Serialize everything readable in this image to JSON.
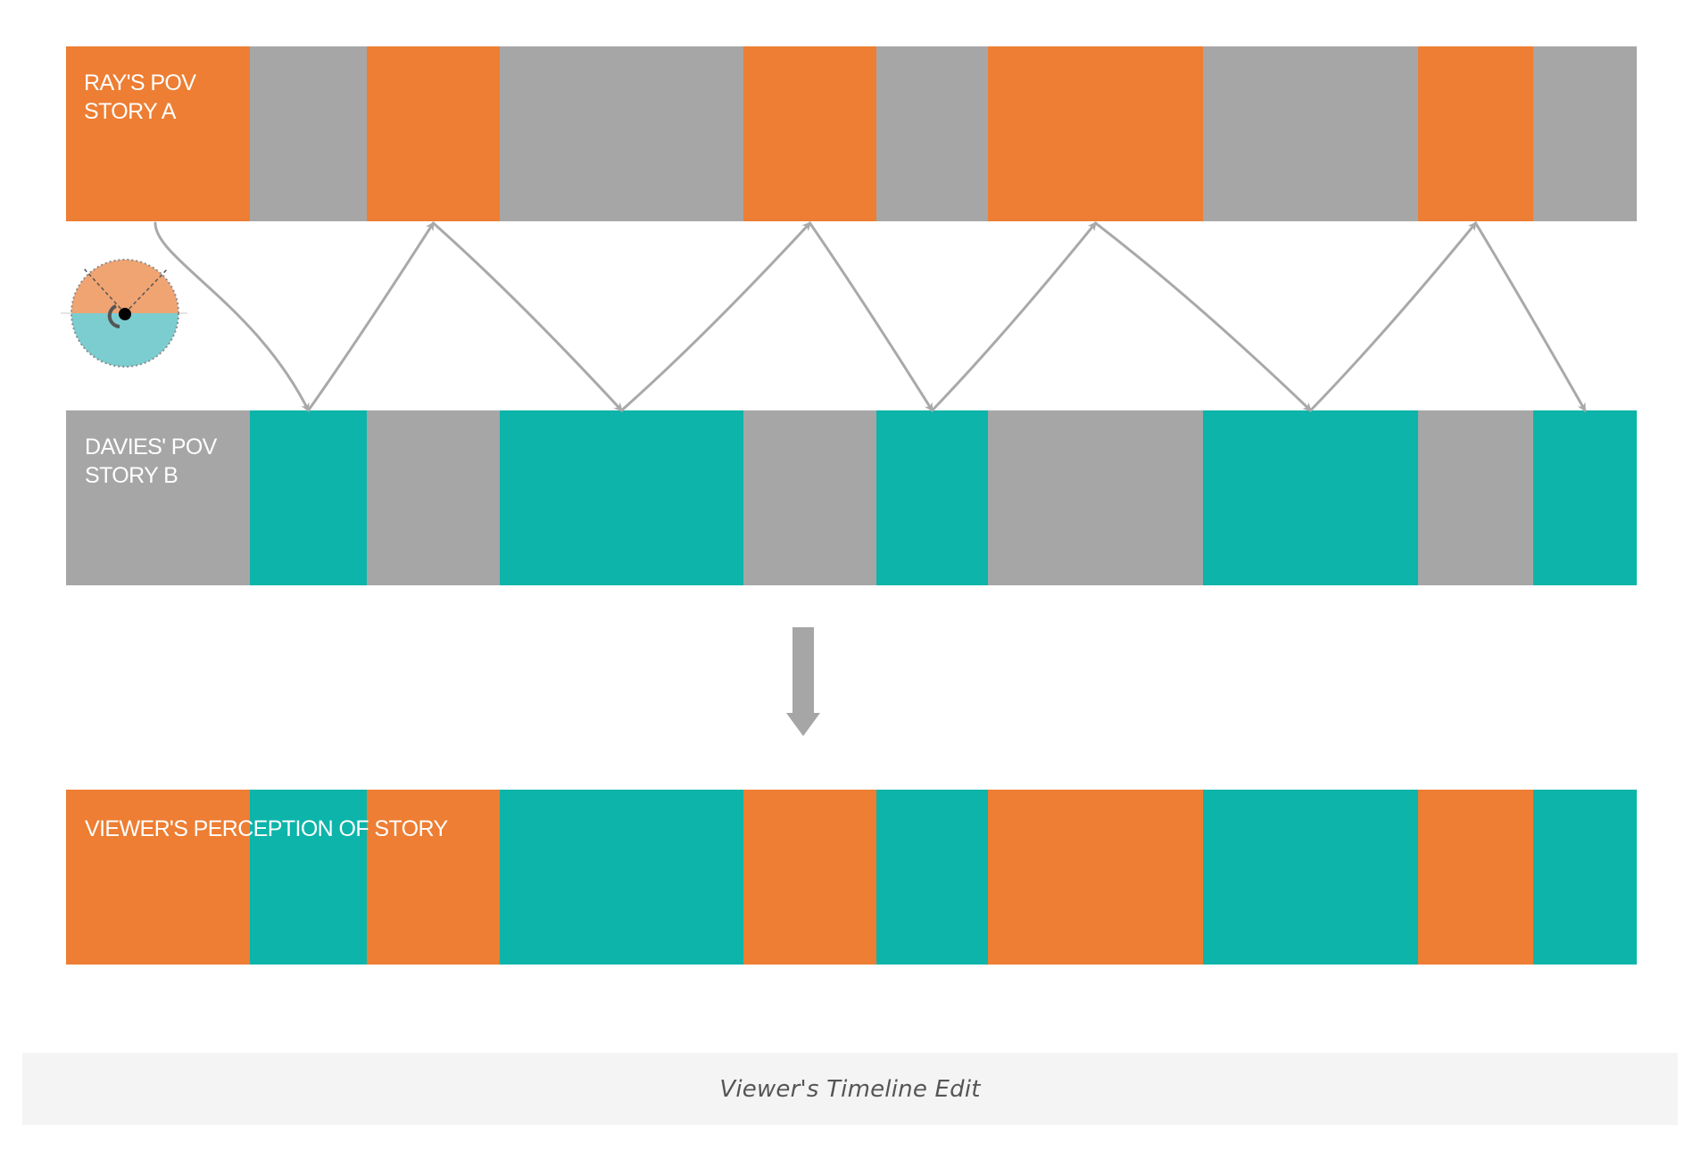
{
  "colors": {
    "story_a": "#ed7e33",
    "story_b": "#0db4a9",
    "inactive": "#a6a6a6",
    "arrow": "#a9a9a9",
    "caption_bg": "#f4f4f4",
    "caption_text": "#555555"
  },
  "tracks": {
    "story_a": {
      "label": "RAY'S POV\nSTORY A",
      "segments": [
        "A",
        "-",
        "A",
        "-",
        "A",
        "-",
        "A",
        "-",
        "A",
        "-"
      ]
    },
    "story_b": {
      "label": "DAVIES' POV\nSTORY B",
      "segments": [
        "-",
        "B",
        "-",
        "B",
        "-",
        "B",
        "-",
        "B",
        "-",
        "B"
      ]
    },
    "viewer": {
      "label": "VIEWER'S  PERCEPTION OF STORY",
      "segments": [
        "A",
        "B",
        "A",
        "B",
        "A",
        "B",
        "A",
        "B",
        "A",
        "B"
      ]
    }
  },
  "intercut_sequence": [
    "A",
    "B",
    "A",
    "B",
    "A",
    "B",
    "A",
    "B",
    "A",
    "B"
  ],
  "down_arrow_icon": "down-arrow-icon",
  "viewpoint_icon": "viewpoint-camera-icon",
  "caption": "Viewer's Timeline Edit"
}
